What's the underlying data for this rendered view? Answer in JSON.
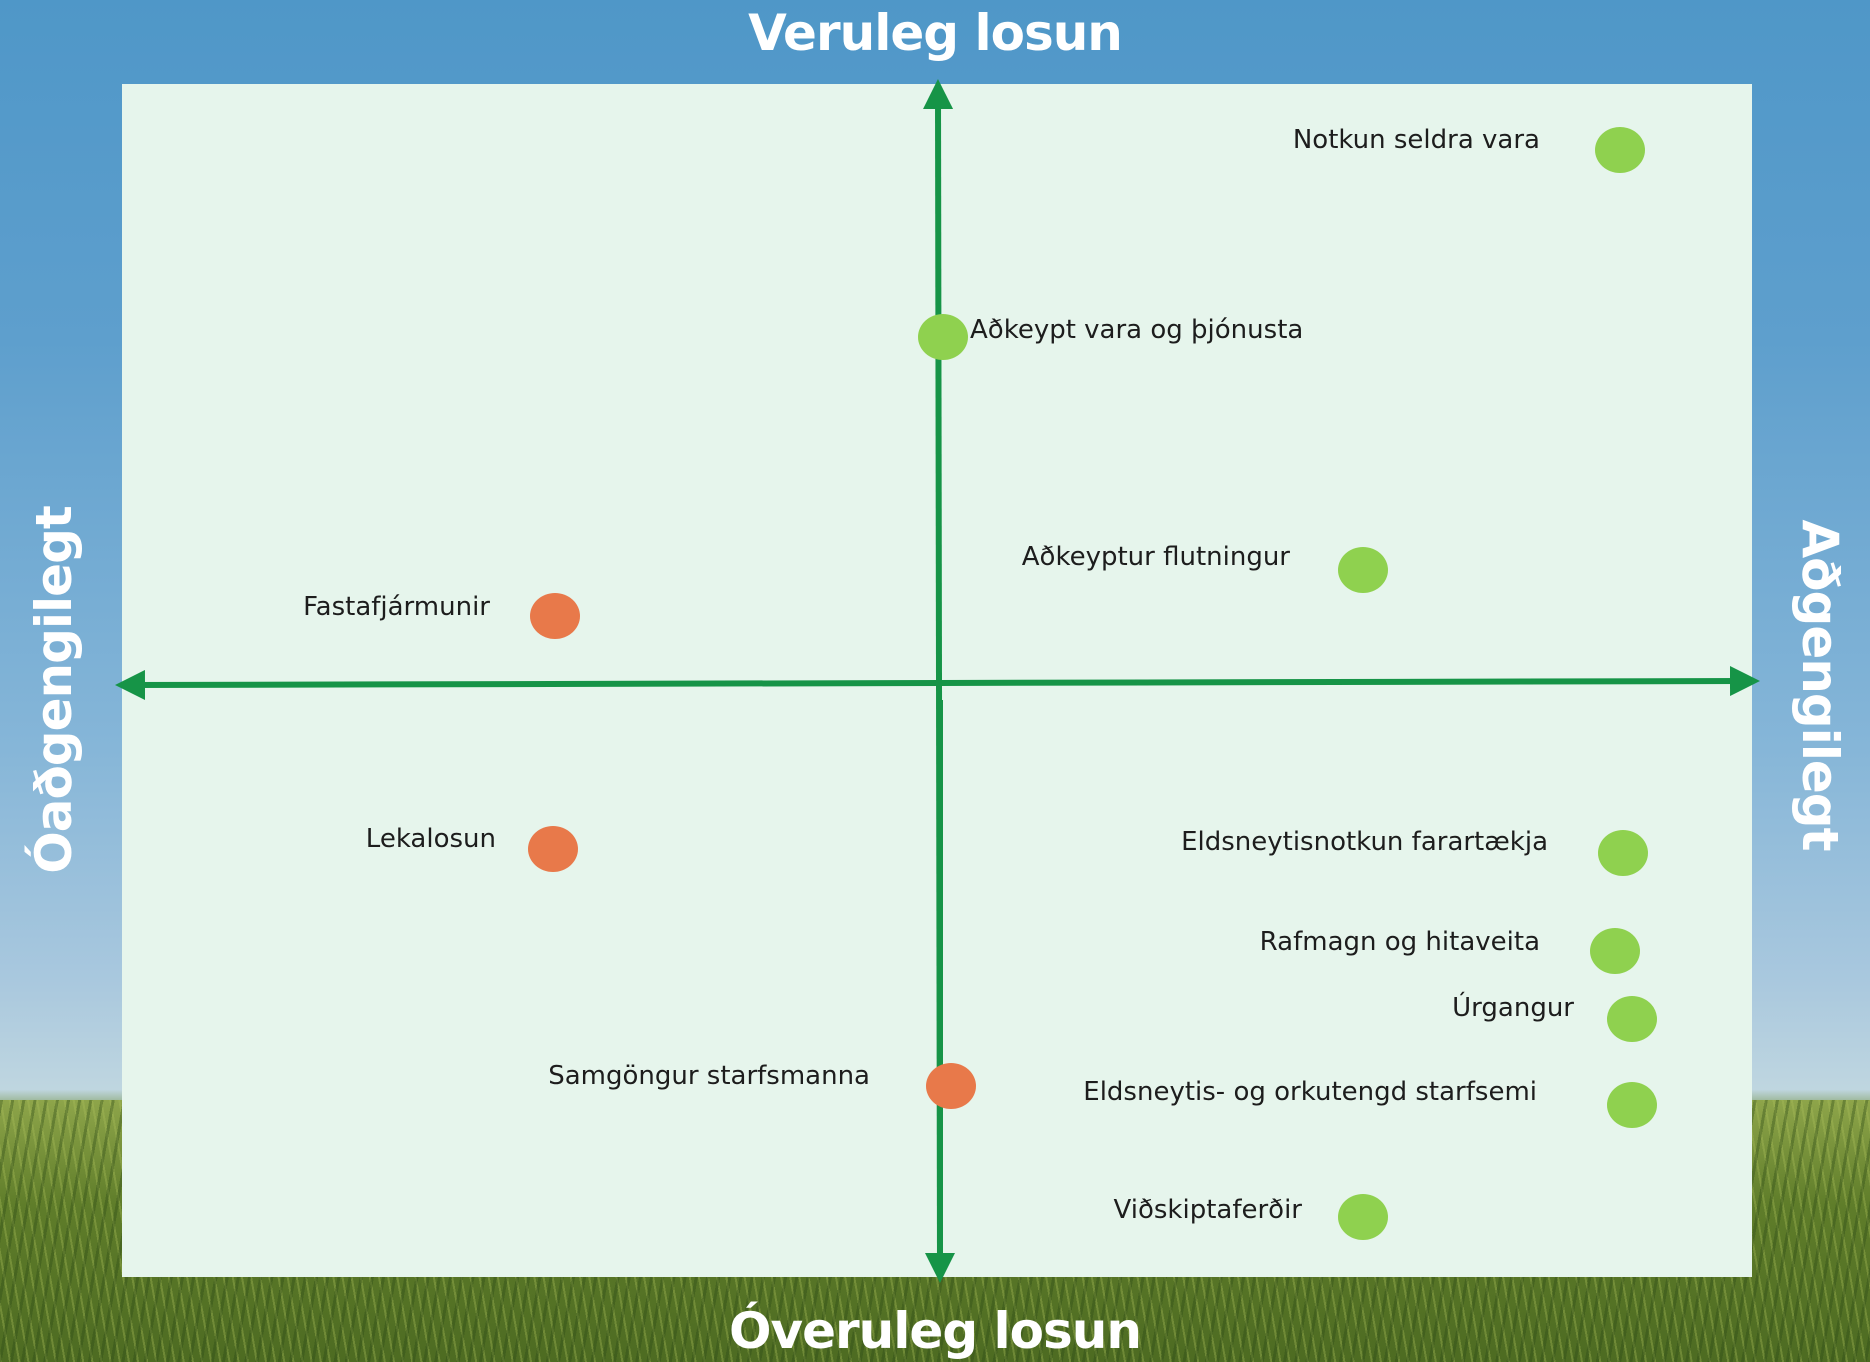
{
  "axes": {
    "top": "Veruleg losun",
    "bottom": "Óveruleg losun",
    "left": "Óaðgengilegt",
    "right": "Aðgengilegt"
  },
  "colors": {
    "axis": "#169447",
    "green_dot": "#8fd14f",
    "orange_dot": "#e8794a",
    "panel": "#e6f5ec"
  },
  "items": [
    {
      "label": "Notkun seldra vara",
      "status": "green"
    },
    {
      "label": "Aðkeypt vara og þjónusta",
      "status": "green"
    },
    {
      "label": "Aðkeyptur flutningur",
      "status": "green"
    },
    {
      "label": "Fastafjármunir",
      "status": "orange"
    },
    {
      "label": "Lekalosun",
      "status": "orange"
    },
    {
      "label": "Eldsneytisnotkun farartækja",
      "status": "green"
    },
    {
      "label": "Rafmagn og hitaveita",
      "status": "green"
    },
    {
      "label": "Úrgangur",
      "status": "green"
    },
    {
      "label": "Samgöngur starfsmanna",
      "status": "orange"
    },
    {
      "label": "Eldsneytis- og orkutengd starfsemi",
      "status": "green"
    },
    {
      "label": "Viðskiptaferðir",
      "status": "green"
    }
  ]
}
